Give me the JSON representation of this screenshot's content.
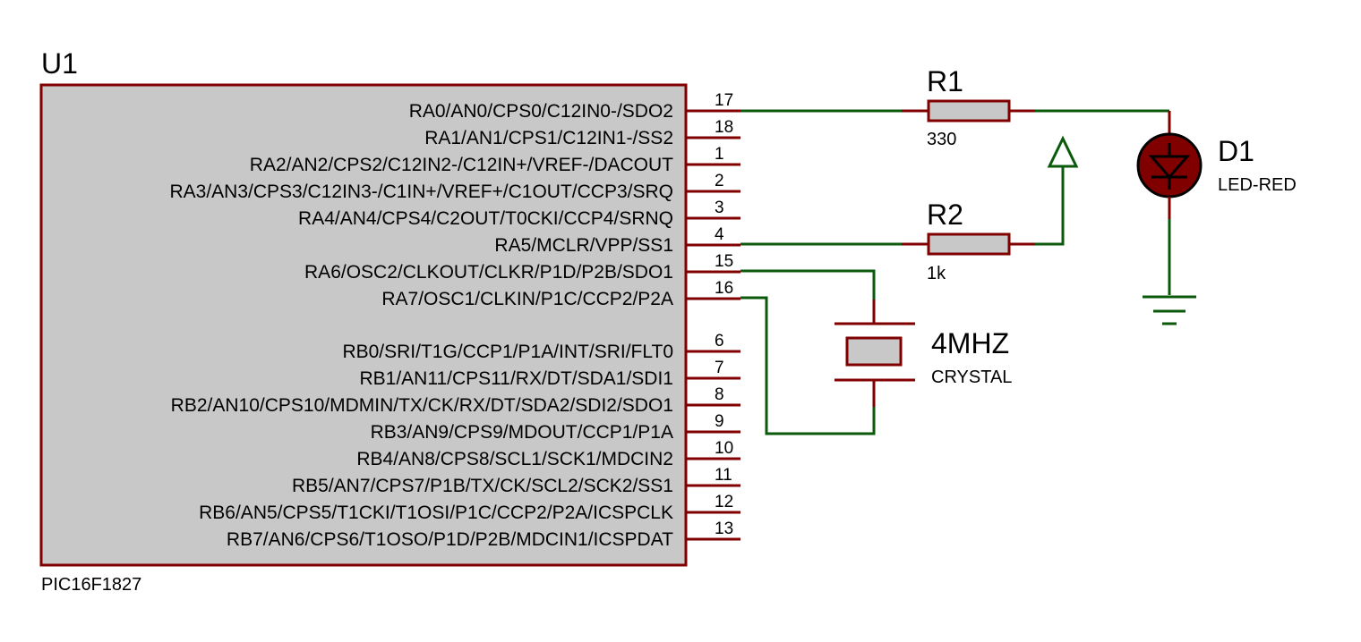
{
  "colors": {
    "component_outline": "#800000",
    "chip_fill": "#c8c8c8",
    "wire": "#0b5a0b",
    "led_fill": "#800000"
  },
  "chip": {
    "ref": "U1",
    "value": "PIC16F1827",
    "pins_ra": [
      {
        "num": "17",
        "name": "RA0/AN0/CPS0/C12IN0-/SDO2"
      },
      {
        "num": "18",
        "name": "RA1/AN1/CPS1/C12IN1-/SS2"
      },
      {
        "num": "1",
        "name": "RA2/AN2/CPS2/C12IN2-/C12IN+/VREF-/DACOUT"
      },
      {
        "num": "2",
        "name": "RA3/AN3/CPS3/C12IN3-/C1IN+/VREF+/C1OUT/CCP3/SRQ"
      },
      {
        "num": "3",
        "name": "RA4/AN4/CPS4/C2OUT/T0CKI/CCP4/SRNQ"
      },
      {
        "num": "4",
        "name": "RA5/MCLR/VPP/SS1"
      },
      {
        "num": "15",
        "name": "RA6/OSC2/CLKOUT/CLKR/P1D/P2B/SDO1"
      },
      {
        "num": "16",
        "name": "RA7/OSC1/CLKIN/P1C/CCP2/P2A"
      }
    ],
    "pins_rb": [
      {
        "num": "6",
        "name": "RB0/SRI/T1G/CCP1/P1A/INT/SRI/FLT0"
      },
      {
        "num": "7",
        "name": "RB1/AN11/CPS11/RX/DT/SDA1/SDI1"
      },
      {
        "num": "8",
        "name": "RB2/AN10/CPS10/MDMIN/TX/CK/RX/DT/SDA2/SDI2/SDO1"
      },
      {
        "num": "9",
        "name": "RB3/AN9/CPS9/MDOUT/CCP1/P1A"
      },
      {
        "num": "10",
        "name": "RB4/AN8/CPS8/SCL1/SCK1/MDCIN2"
      },
      {
        "num": "11",
        "name": "RB5/AN7/CPS7/P1B/TX/CK/SCL2/SCK2/SS1"
      },
      {
        "num": "12",
        "name": "RB6/AN5/CPS5/T1CKI/T1OSI/P1C/CCP2/P2A/ICSPCLK"
      },
      {
        "num": "13",
        "name": "RB7/AN6/CPS6/T1OSO/P1D/P2B/MDCIN1/ICSPDAT"
      }
    ]
  },
  "r1": {
    "ref": "R1",
    "value": "330"
  },
  "r2": {
    "ref": "R2",
    "value": "1k"
  },
  "d1": {
    "ref": "D1",
    "value": "LED-RED"
  },
  "crystal": {
    "ref": "4MHZ",
    "value": "CRYSTAL"
  },
  "icons": {
    "ground": "ground-icon",
    "power": "power-terminal-icon",
    "led": "led-icon"
  }
}
